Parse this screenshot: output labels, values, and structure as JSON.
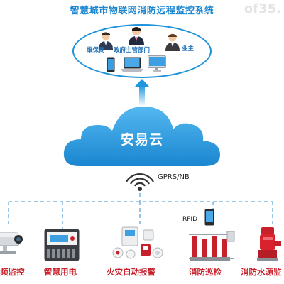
{
  "title": "智慧城市物联网消防远程监控系统",
  "watermark": "of35.",
  "top_roles": {
    "maintainer": "维保商",
    "government": "政府主管部门",
    "owner": "业主"
  },
  "cloud_label": "安易云",
  "link_label": "GPRS/NB",
  "rfid_label": "RFID",
  "subsystems": [
    {
      "label": "频监控",
      "icon": "camera-icon"
    },
    {
      "label": "智慧用电",
      "icon": "meter-icon"
    },
    {
      "label": "火灾自动报警",
      "icon": "fire-alarm-icon"
    },
    {
      "label": "消防巡检",
      "icon": "pump-icon"
    },
    {
      "label": "消防水源监",
      "icon": "water-pump-icon"
    }
  ],
  "colors": {
    "accent": "#1a86d0",
    "cloud": "#1e95dc",
    "label_red": "#c8202b",
    "link_dash": "#7fb6e0"
  }
}
